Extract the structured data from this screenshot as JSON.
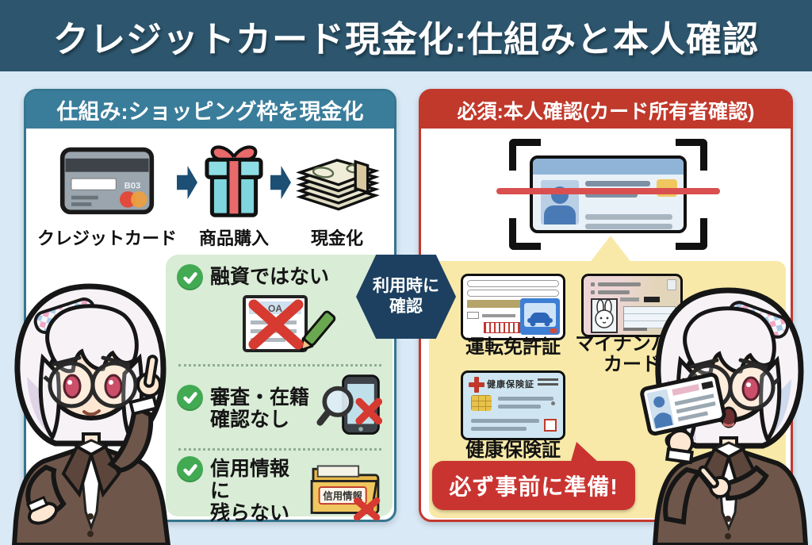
{
  "title": "クレジットカード現金化:仕組みと本人確認",
  "left_panel": {
    "header": "仕組み:ショッピング枠を現金化",
    "flow_steps": [
      {
        "label": "クレジットカード"
      },
      {
        "label": "商品購入"
      },
      {
        "label": "現金化"
      }
    ],
    "card_number_text": "B03",
    "checklist": [
      {
        "text": "融資ではない"
      },
      {
        "text": "審査・在籍\n確認なし"
      },
      {
        "text": "信用情報に\n残らない"
      }
    ],
    "loan_doc_text": "OA",
    "folder_tab_label": "信用情報"
  },
  "connector": {
    "label": "利用時に\n確認"
  },
  "right_panel": {
    "header": "必須:本人確認(カード所有者確認)",
    "id_documents": [
      {
        "label": "運転免許証"
      },
      {
        "label": "マイナンバー\nカード"
      },
      {
        "label": "健康保険証"
      }
    ],
    "insurance_card_title": "健康保険証",
    "banner": "必ず事前に準備!"
  },
  "colors": {
    "title_bar": "#2d566e",
    "left_accent": "#3a7d9b",
    "right_accent": "#c0392b",
    "background": "#d9e9f6",
    "green_box": "#d9ecd6",
    "yellow_box": "#f8e9a8",
    "connector": "#1d4060",
    "banner_red": "#c93430",
    "check_green": "#41aa53",
    "cross_red": "#d63a31",
    "arrow_navy": "#1d4e74"
  }
}
